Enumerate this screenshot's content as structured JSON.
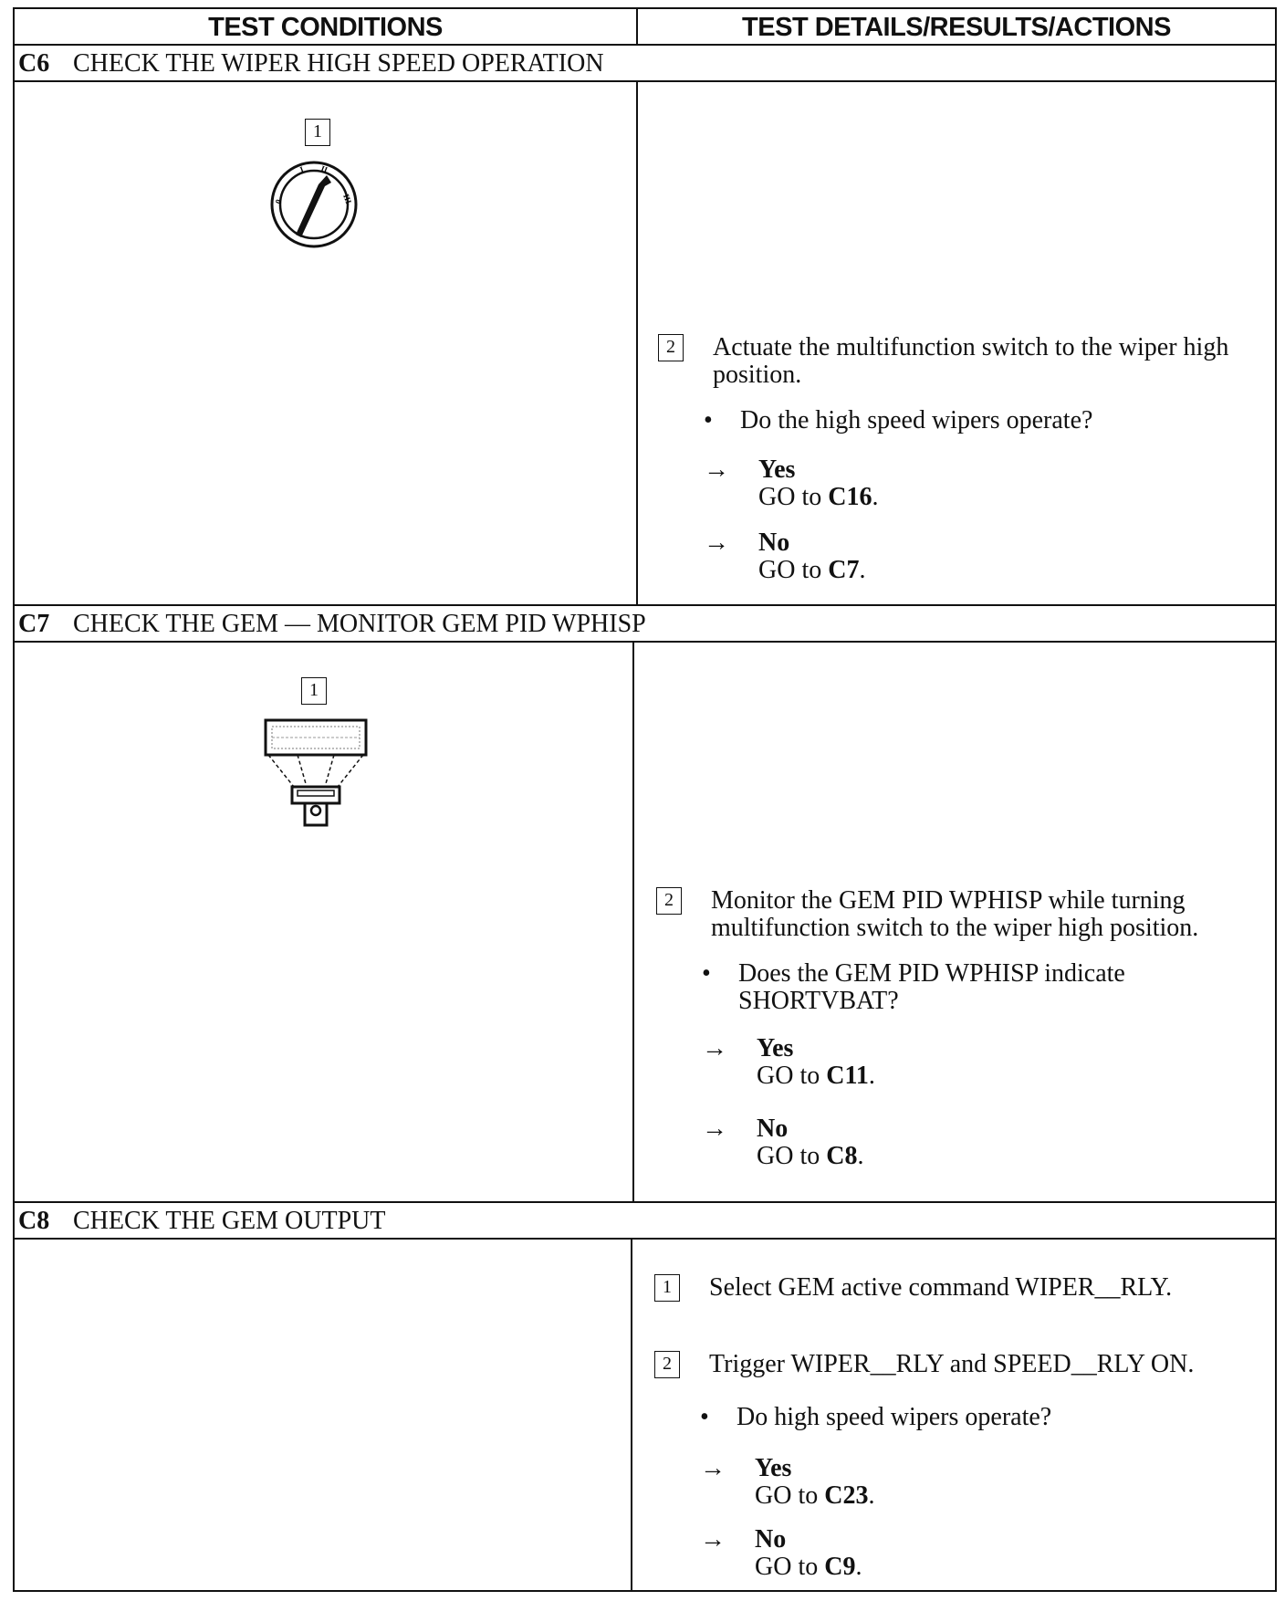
{
  "header": {
    "left": "TEST CONDITIONS",
    "right": "TEST DETAILS/RESULTS/ACTIONS"
  },
  "sections": [
    {
      "code": "C6",
      "title": "CHECK THE WIPER HIGH SPEED OPERATION",
      "illustration_step": "1",
      "illustration_icon": "ignition-switch-icon",
      "ignition_marks": [
        "0",
        "I",
        "II",
        "III"
      ],
      "steps": [
        {
          "num": "2",
          "text": "Actuate the multifunction switch to the wiper high position."
        }
      ],
      "question": "Do the high speed wipers operate?",
      "results": [
        {
          "arrow": "→",
          "label": "Yes",
          "go_prefix": "GO to ",
          "go_target": "C16",
          "go_suffix": "."
        },
        {
          "arrow": "→",
          "label": "No",
          "go_prefix": "GO to ",
          "go_target": "C7",
          "go_suffix": "."
        }
      ]
    },
    {
      "code": "C7",
      "title": "CHECK THE GEM — MONITOR GEM PID WPHISP",
      "illustration_step": "1",
      "illustration_icon": "scan-tool-icon",
      "steps": [
        {
          "num": "2",
          "text": "Monitor the GEM PID WPHISP while turning multifunction switch to the wiper high position."
        }
      ],
      "question": "Does the GEM PID WPHISP indicate SHORTVBAT?",
      "results": [
        {
          "arrow": "→",
          "label": "Yes",
          "go_prefix": "GO to ",
          "go_target": "C11",
          "go_suffix": "."
        },
        {
          "arrow": "→",
          "label": "No",
          "go_prefix": "GO to ",
          "go_target": "C8",
          "go_suffix": "."
        }
      ]
    },
    {
      "code": "C8",
      "title": "CHECK THE GEM OUTPUT",
      "steps": [
        {
          "num": "1",
          "text": "Select GEM active command WIPER__RLY."
        },
        {
          "num": "2",
          "text": "Trigger WIPER__RLY and SPEED__RLY ON."
        }
      ],
      "question": "Do high speed wipers operate?",
      "results": [
        {
          "arrow": "→",
          "label": "Yes",
          "go_prefix": "GO to ",
          "go_target": "C23",
          "go_suffix": "."
        },
        {
          "arrow": "→",
          "label": "No",
          "go_prefix": "GO to ",
          "go_target": "C9",
          "go_suffix": "."
        }
      ]
    }
  ]
}
